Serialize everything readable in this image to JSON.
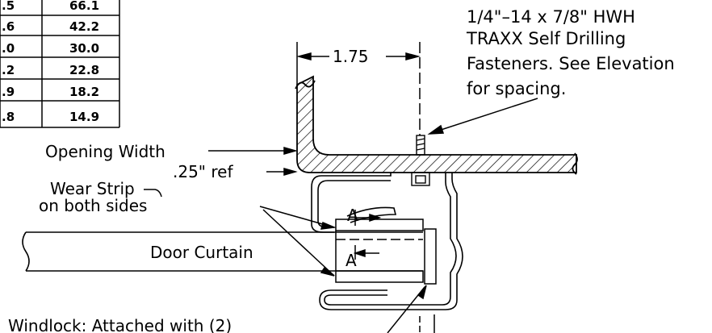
{
  "table": {
    "left_col": [
      ".5",
      ".6",
      ".0",
      ".2",
      ".9",
      ".8"
    ],
    "right_col": [
      "66.1",
      "42.2",
      "30.0",
      "22.8",
      "18.2",
      "14.9"
    ]
  },
  "dimension": {
    "value": "1.75"
  },
  "fastener_note": [
    "1/4\"–14 x 7/8\" HWH",
    "TRAXX Self Drilling",
    "Fasteners. See Elevation",
    "for spacing."
  ],
  "labels": {
    "opening_width": "Opening Width",
    "ref": ".25\" ref",
    "wear_strip_1": "Wear Strip",
    "wear_strip_2": "on both sides",
    "door_curtain": "Door Curtain",
    "section_top": "A",
    "section_bottom": "A",
    "windlock": "Windlock: Attached with (2)"
  }
}
